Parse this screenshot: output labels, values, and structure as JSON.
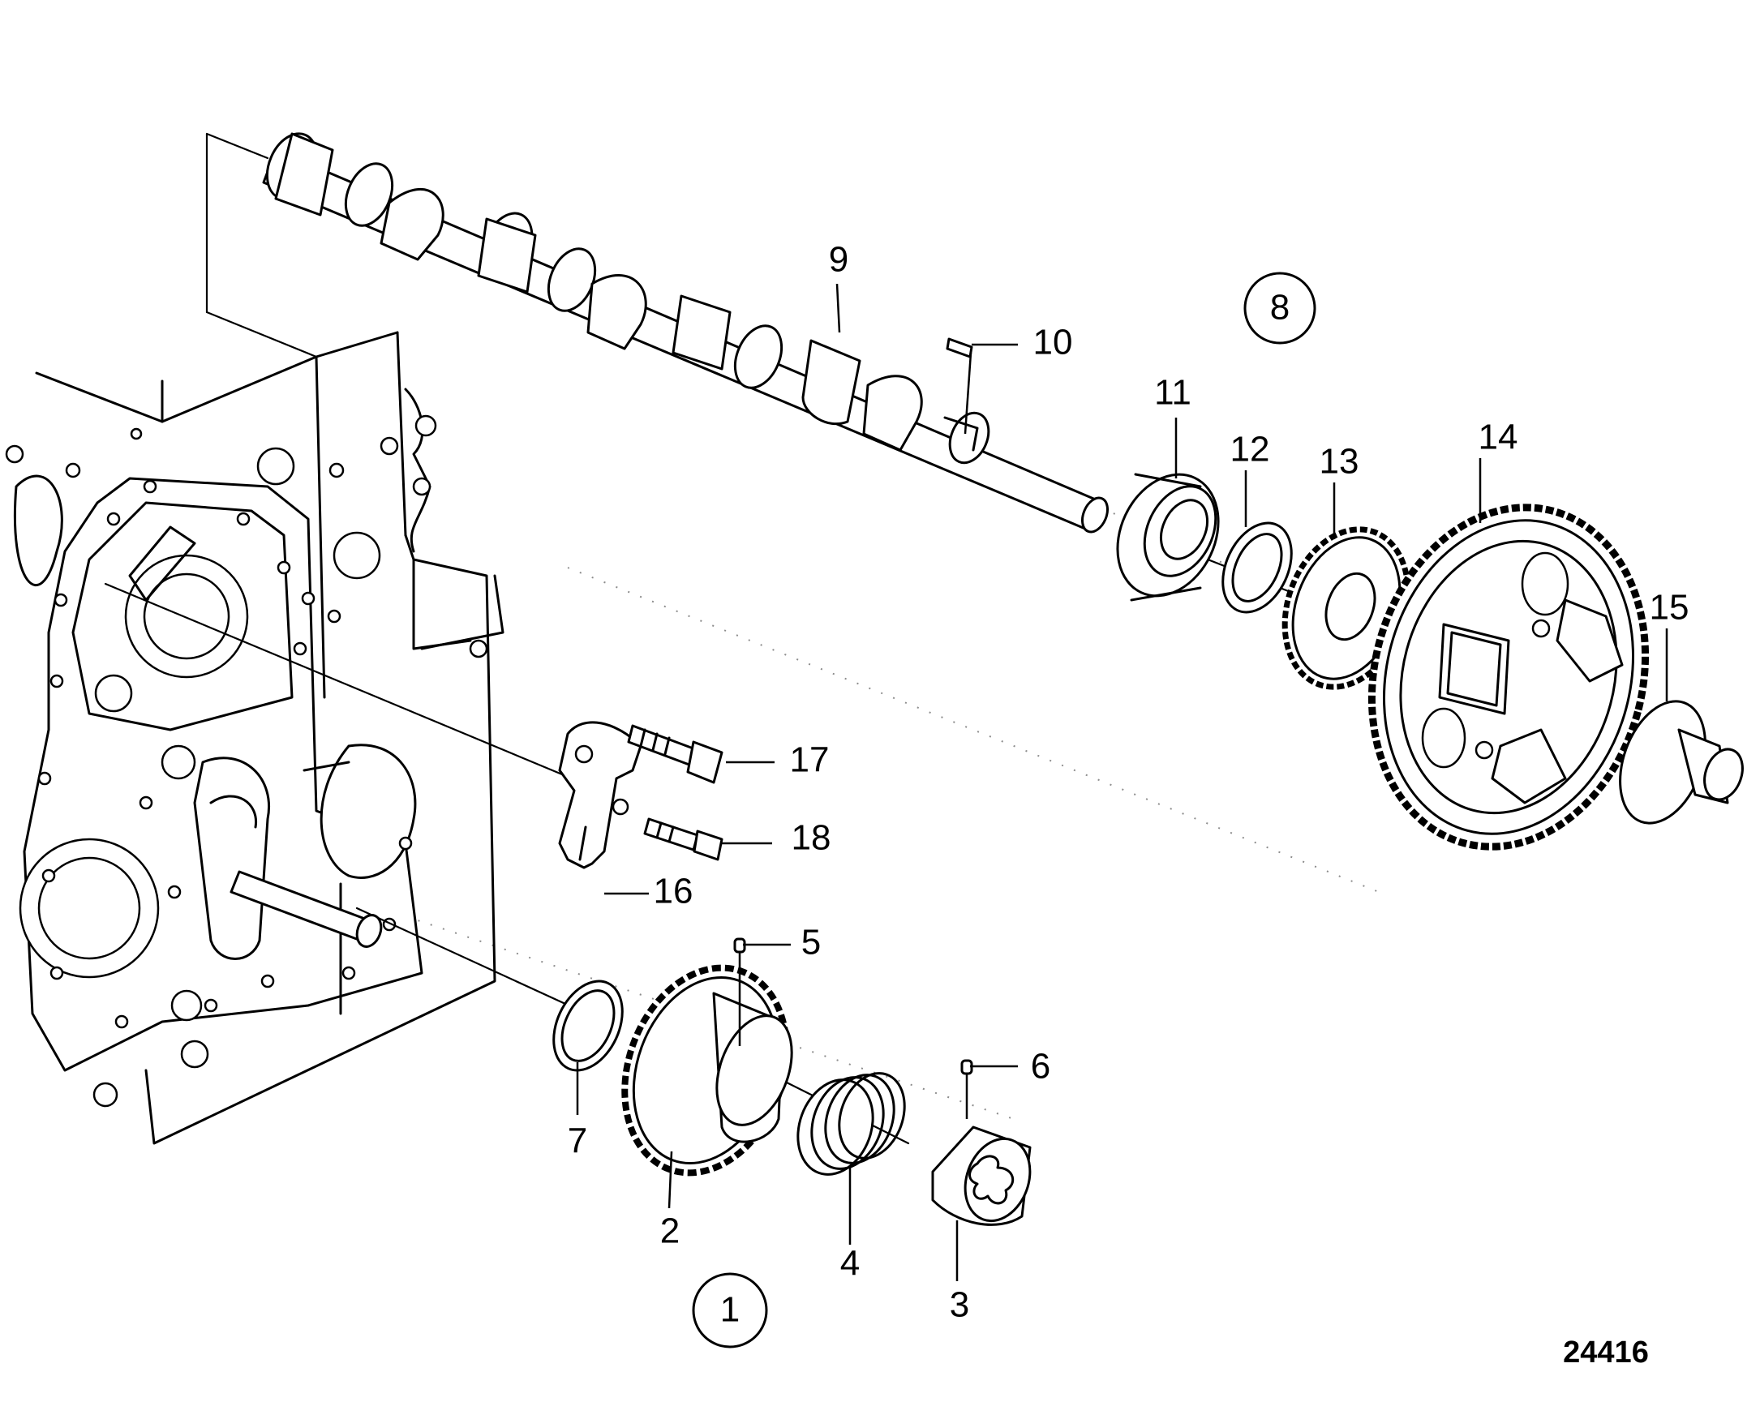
{
  "callouts": [
    {
      "num": "1"
    },
    {
      "num": "2"
    },
    {
      "num": "3"
    },
    {
      "num": "4"
    },
    {
      "num": "5"
    },
    {
      "num": "6"
    },
    {
      "num": "7"
    },
    {
      "num": "8"
    },
    {
      "num": "9"
    },
    {
      "num": "10"
    },
    {
      "num": "11"
    },
    {
      "num": "12"
    },
    {
      "num": "13"
    },
    {
      "num": "14"
    },
    {
      "num": "15"
    },
    {
      "num": "16"
    },
    {
      "num": "17"
    },
    {
      "num": "18"
    }
  ],
  "drawing_number": "24416"
}
